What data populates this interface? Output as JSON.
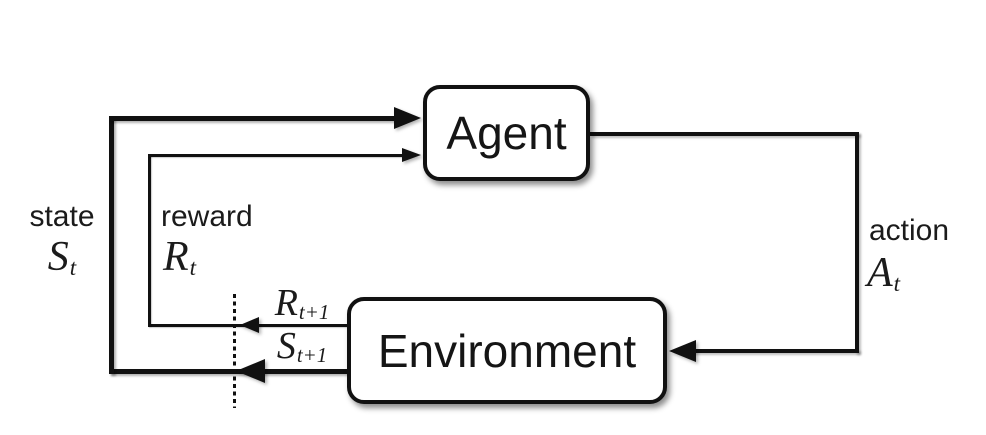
{
  "diagram": {
    "agent": {
      "label": "Agent"
    },
    "environment": {
      "label": "Environment"
    },
    "state": {
      "word": "state",
      "sym": "S",
      "sub": "t"
    },
    "reward": {
      "word": "reward",
      "sym": "R",
      "sub": "t"
    },
    "action": {
      "word": "action",
      "sym": "A",
      "sub": "t"
    },
    "next_reward": {
      "sym": "R",
      "sub": "t+1"
    },
    "next_state": {
      "sym": "S",
      "sub": "t+1"
    },
    "colors": {
      "ink": "#111111",
      "bg": "#ffffff"
    }
  }
}
